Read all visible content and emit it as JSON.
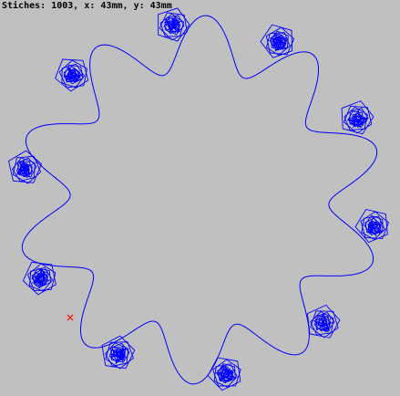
{
  "status": {
    "stitches_label": "Stiches:",
    "stitches": "1003",
    "x_label": "x:",
    "x_value": "43mm",
    "y_label": "y:",
    "y_value": "43mm"
  },
  "colors": {
    "background": "#c0c0c0",
    "stitch_line": "#0000ff",
    "status_text": "#000000",
    "needle_marker": "#ff0000"
  },
  "pattern": {
    "shape": "wavy-ring-with-pentagon-spirals",
    "spiral_count": 10,
    "total_stitches": 1003,
    "width_mm": 43,
    "height_mm": 43
  },
  "marker": {
    "icon": "needle-position-marker-icon"
  }
}
